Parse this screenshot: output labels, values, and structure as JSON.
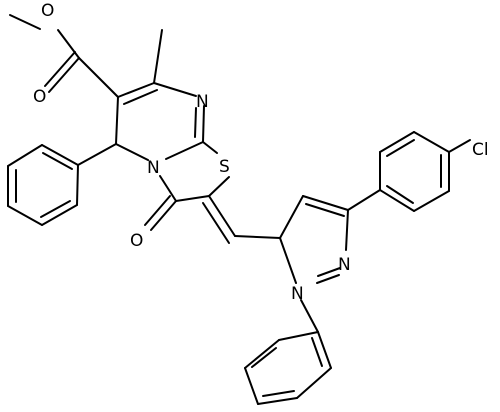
{
  "molecule": {
    "atoms": {
      "O_ester": "O",
      "O_carbonyl_ester": "O",
      "N_pyrimidine": "N",
      "N_ring_junction": "N",
      "S_thiazole": "S",
      "O_ketone": "O",
      "N_pyrazole_2": "N",
      "N_pyrazole_1": "N",
      "Cl": "Cl"
    }
  }
}
